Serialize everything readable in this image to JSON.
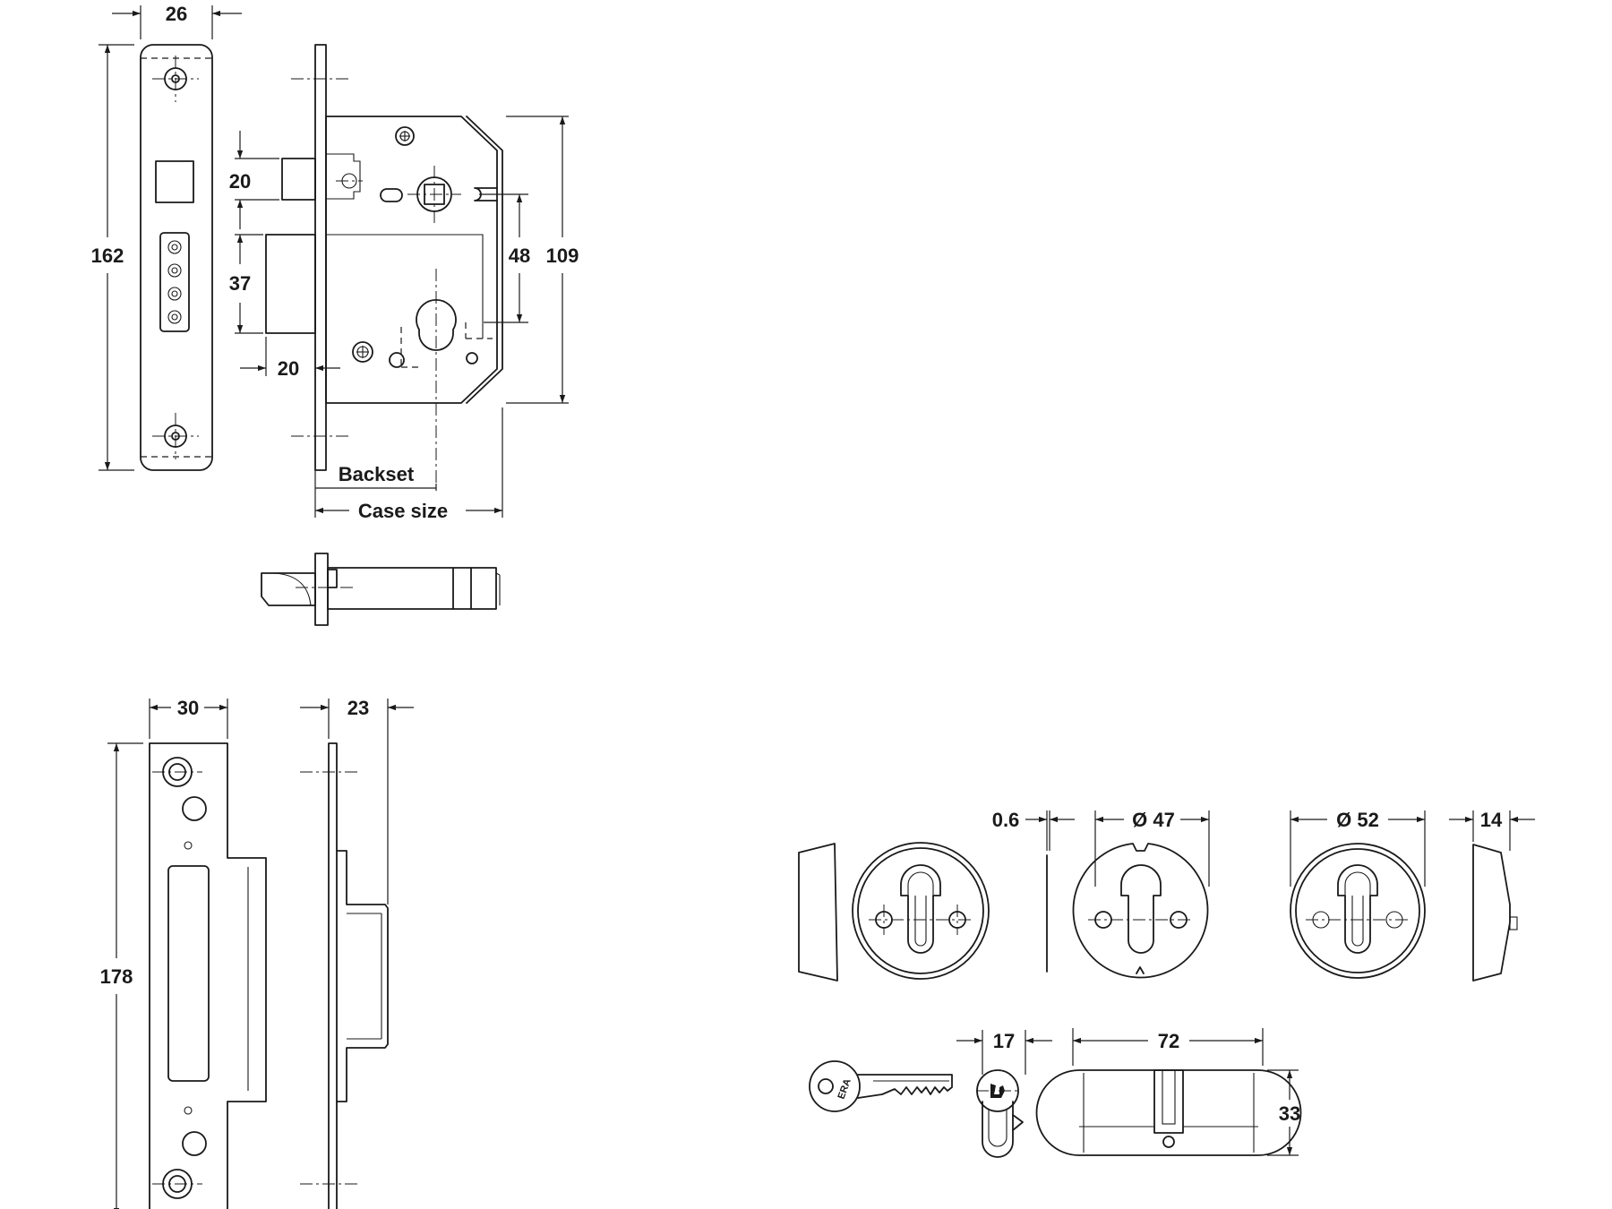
{
  "dimensions": {
    "faceplate_width": "26",
    "faceplate_height": "162",
    "latch_height": "20",
    "deadbolt_height": "37",
    "deadbolt_offset": "20",
    "centres": "48",
    "case_height": "109",
    "backset": "Backset",
    "case_size": "Case size",
    "keep_width": "30",
    "keep_height": "178",
    "keep_depth": "23",
    "thickness": "0.6",
    "rose_inner_diameter": "Ø 47",
    "rose_outer_diameter": "Ø 52",
    "rose_depth": "14",
    "cam_width": "17",
    "cylinder_length": "72",
    "cylinder_height": "33"
  },
  "key_logo": "ERA"
}
